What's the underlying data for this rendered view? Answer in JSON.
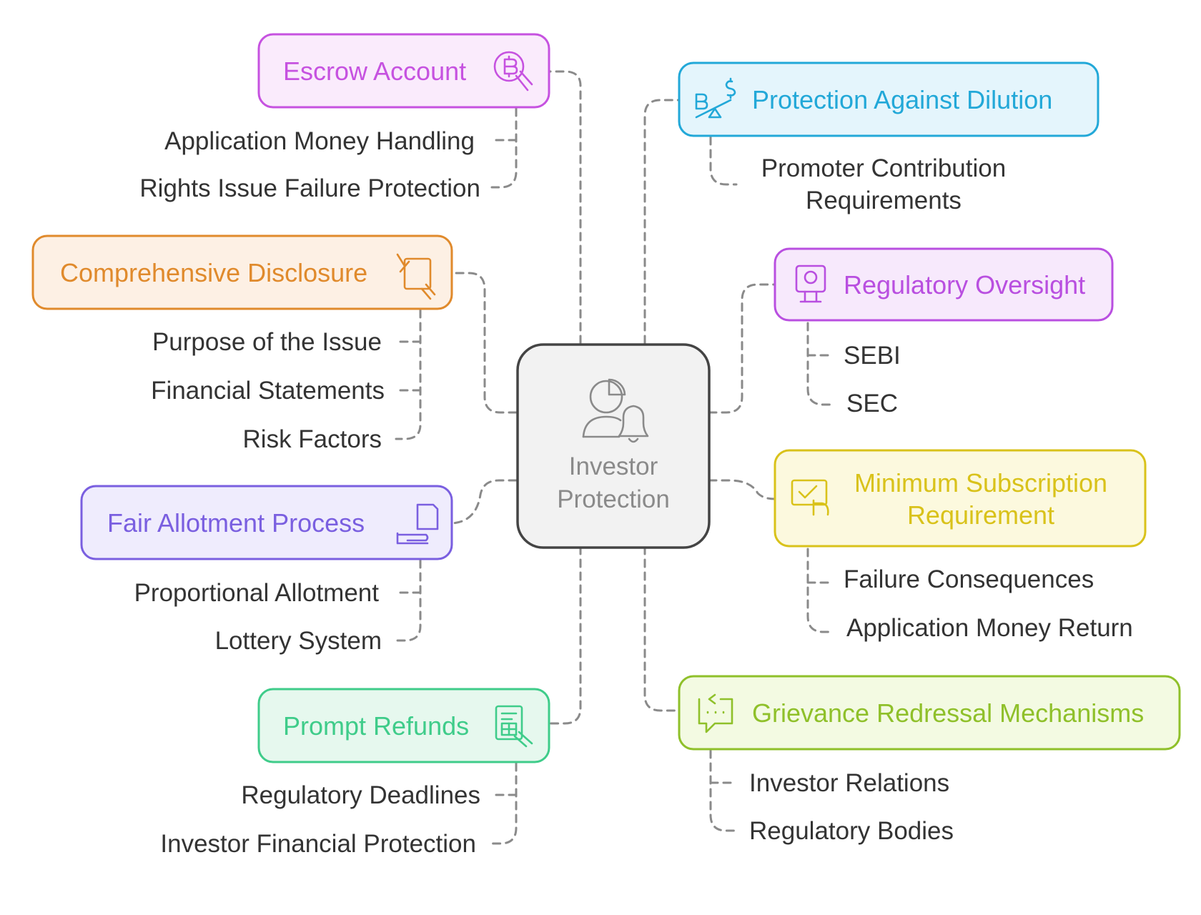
{
  "center": {
    "title_line1": "Investor",
    "title_line2": "Protection",
    "icon": "person-chart-bell-icon",
    "color": "#8a8a8a"
  },
  "branches": {
    "escrow": {
      "label": "Escrow Account",
      "icon": "bitcoin-hand-icon",
      "color": "#c652e0",
      "items": [
        "Application Money Handling",
        "Rights Issue Failure Protection"
      ]
    },
    "disclosure": {
      "label": "Comprehensive Disclosure",
      "icon": "document-hands-icon",
      "color": "#e08a2c",
      "items": [
        "Purpose of the Issue",
        "Financial Statements",
        "Risk Factors"
      ]
    },
    "allotment": {
      "label": "Fair Allotment Process",
      "icon": "hand-document-icon",
      "color": "#7a5fe0",
      "items": [
        "Proportional Allotment",
        "Lottery System"
      ]
    },
    "refunds": {
      "label": "Prompt Refunds",
      "icon": "receipt-hand-icon",
      "color": "#3fcc8a",
      "items": [
        "Regulatory Deadlines",
        "Investor Financial Protection"
      ]
    },
    "dilution": {
      "label": "Protection Against Dilution",
      "icon": "seesaw-currency-icon",
      "color": "#22a8d8",
      "items_line1": "Promoter Contribution",
      "items_line2": "Requirements"
    },
    "oversight": {
      "label": "Regulatory Oversight",
      "icon": "monitor-eye-icon",
      "color": "#b94fe0",
      "items": [
        "SEBI",
        "SEC"
      ]
    },
    "subscription": {
      "label_line1": "Minimum Subscription",
      "label_line2": "Requirement",
      "icon": "screen-touch-icon",
      "color": "#d9c21a",
      "items": [
        "Failure Consequences",
        "Application Money Return"
      ]
    },
    "grievance": {
      "label": "Grievance Redressal Mechanisms",
      "icon": "chat-refresh-icon",
      "color": "#8fc02a",
      "items": [
        "Investor Relations",
        "Regulatory Bodies"
      ]
    }
  }
}
